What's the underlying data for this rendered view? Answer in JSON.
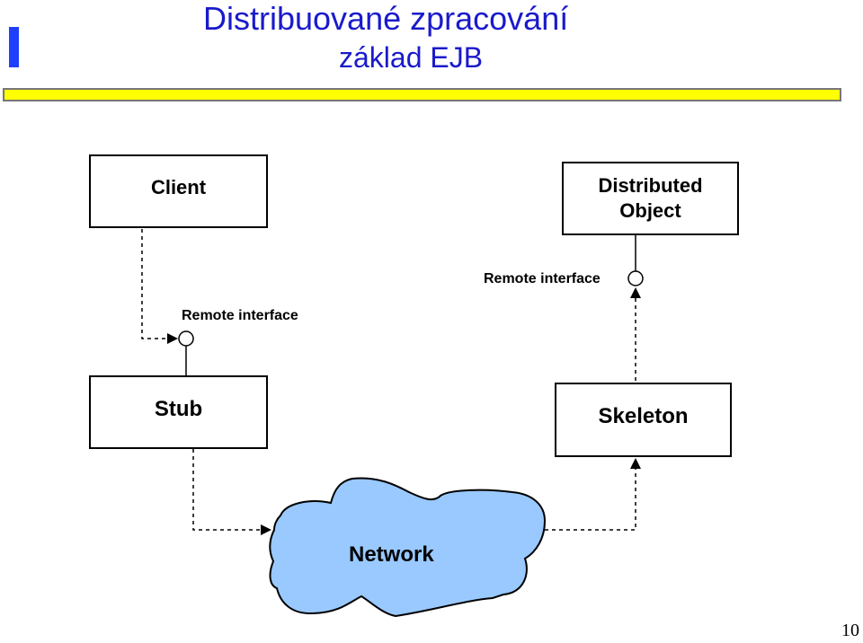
{
  "slide": {
    "title_line1": "Distribuované zpracování",
    "title_line2": "základ EJB",
    "page_number": "10"
  },
  "diagram": {
    "client": "Client",
    "distributed_object": [
      "Distributed",
      "Object"
    ],
    "stub": "Stub",
    "skeleton": "Skeleton",
    "network": "Network",
    "remote_interface_left": "Remote interface",
    "remote_interface_right": "Remote interface"
  },
  "colors": {
    "title": "#1a1acc",
    "accent": "#1f3fff",
    "bar": "#ffff00",
    "network_fill": "#99c9ff"
  }
}
